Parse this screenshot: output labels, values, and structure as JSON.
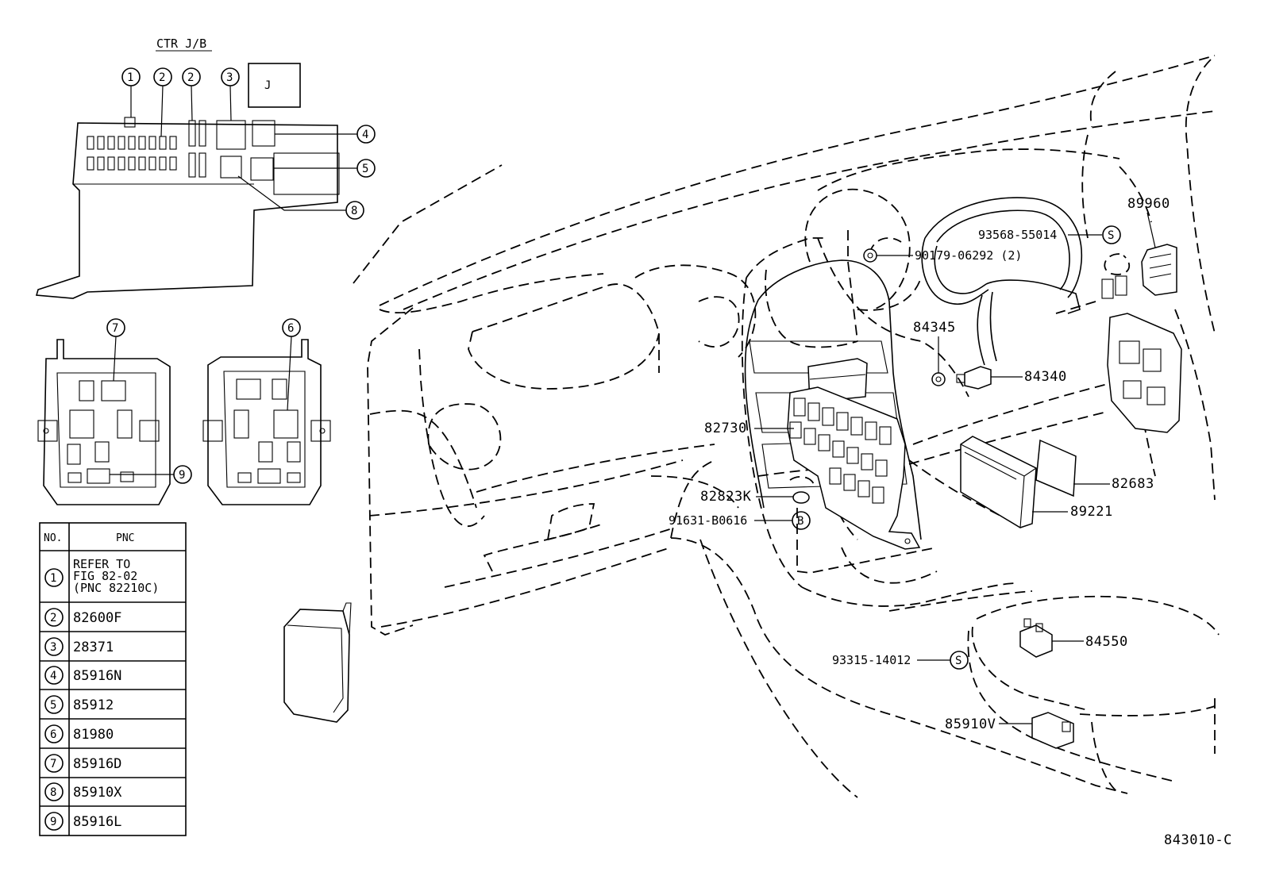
{
  "title": "CTR J/B",
  "diagram_code": "843010-C",
  "callouts": {
    "c1": "1",
    "c2a": "2",
    "c2b": "2",
    "c3": "3",
    "c4": "4",
    "c5": "5",
    "c6": "6",
    "c7": "7",
    "c8": "8",
    "c9": "9"
  },
  "table": {
    "header_no": "NO.",
    "header_pnc": "PNC",
    "rows": [
      {
        "no": "1",
        "pnc": [
          "REFER TO",
          "FIG 82-02",
          "(PNC 82210C)"
        ]
      },
      {
        "no": "2",
        "pnc": [
          "82600F"
        ]
      },
      {
        "no": "3",
        "pnc": [
          "28371"
        ]
      },
      {
        "no": "4",
        "pnc": [
          "85916N"
        ]
      },
      {
        "no": "5",
        "pnc": [
          "85912"
        ]
      },
      {
        "no": "6",
        "pnc": [
          "81980"
        ]
      },
      {
        "no": "7",
        "pnc": [
          "85916D"
        ]
      },
      {
        "no": "8",
        "pnc": [
          "85910X"
        ]
      },
      {
        "no": "9",
        "pnc": [
          "85916L"
        ]
      }
    ]
  },
  "parts": {
    "p89960": "89960",
    "p93568": "93568-55014",
    "p90179": "90179-06292 (2)",
    "p84345": "84345",
    "p84340": "84340",
    "p82730": "82730",
    "p82683": "82683",
    "p89221": "89221",
    "p82823K": "82823K",
    "p91631": "91631-B0616",
    "p84550": "84550",
    "p93315": "93315-14012",
    "p85910V": "85910V"
  },
  "markers": {
    "s": "S",
    "b": "B"
  }
}
